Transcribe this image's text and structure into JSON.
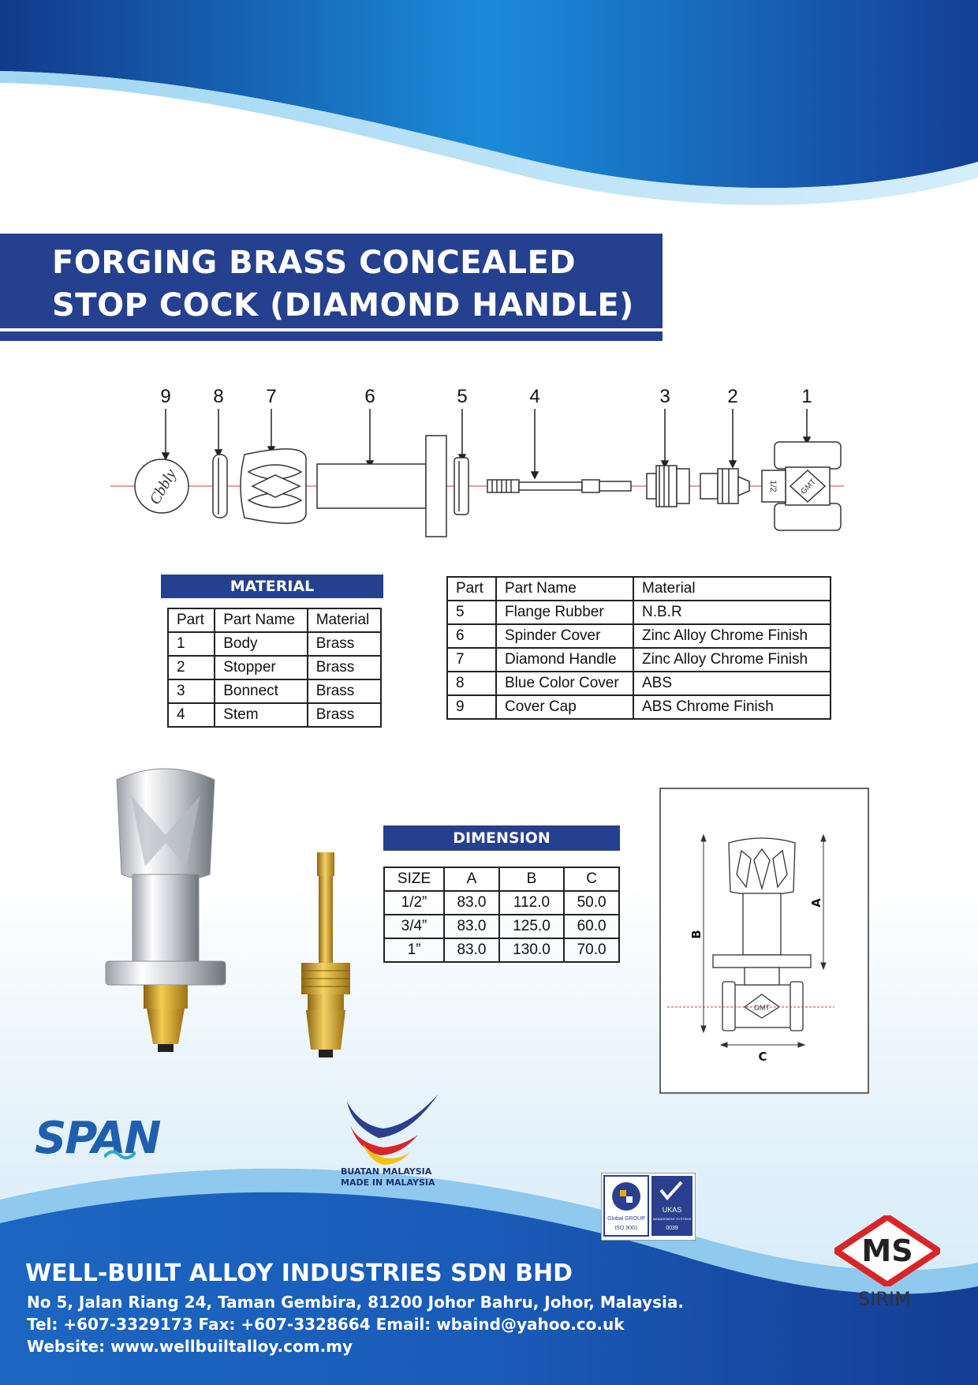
{
  "title": {
    "line1": "FORGING BRASS CONCEALED",
    "line2": "STOP COCK (DIAMOND HANDLE)"
  },
  "diagram": {
    "part_numbers": [
      "9",
      "8",
      "7",
      "6",
      "5",
      "4",
      "3",
      "2",
      "1"
    ],
    "cap_script": "Cbbly",
    "body_size_mark": "1/2",
    "body_brand_mark": "GMT"
  },
  "material": {
    "header": "MATERIAL",
    "columns": [
      "Part",
      "Part Name",
      "Material"
    ],
    "rows": [
      [
        "1",
        "Body",
        "Brass"
      ],
      [
        "2",
        "Stopper",
        "Brass"
      ],
      [
        "3",
        "Bonnect",
        "Brass"
      ],
      [
        "4",
        "Stem",
        "Brass"
      ]
    ]
  },
  "material2": {
    "columns": [
      "Part",
      "Part Name",
      "Material"
    ],
    "rows": [
      [
        "5",
        "Flange Rubber",
        "N.B.R"
      ],
      [
        "6",
        "Spinder Cover",
        "Zinc Alloy Chrome Finish"
      ],
      [
        "7",
        "Diamond Handle",
        "Zinc Alloy Chrome Finish"
      ],
      [
        "8",
        "Blue Color Cover",
        "ABS"
      ],
      [
        "9",
        "Cover Cap",
        "ABS Chrome Finish"
      ]
    ]
  },
  "dimension": {
    "header": "DIMENSION",
    "columns": [
      "SIZE",
      "A",
      "B",
      "C"
    ],
    "rows": [
      [
        "1/2”",
        "83.0",
        "112.0",
        "50.0"
      ],
      [
        "3/4”",
        "83.0",
        "125.0",
        "60.0"
      ],
      [
        "1”",
        "83.0",
        "130.0",
        "70.0"
      ]
    ]
  },
  "dimension_drawing": {
    "label_a": "A",
    "label_b": "B",
    "label_c": "C",
    "brand_mark": "GMT"
  },
  "logos": {
    "span": "SPAN",
    "made_line1": "BUATAN MALAYSIA",
    "made_line2": "MADE IN MALAYSIA",
    "cert_left_top": "Global GROUP",
    "cert_left_bottom": "ISO 9001",
    "cert_right_top": "UKAS",
    "cert_right_mid": "MANAGEMENT SYSTEMS",
    "cert_right_bottom": "0039",
    "sirim_mark": "MS",
    "sirim": "SIRIM"
  },
  "footer": {
    "company": "WELL-BUILT ALLOY INDUSTRIES SDN BHD",
    "address": "No 5, Jalan Riang 24, Taman Gembira, 81200 Johor Bahru, Johor, Malaysia.",
    "contact": "Tel: +607-3329173 Fax: +607-3328664  Email: wbaind@yahoo.co.uk",
    "website": "Website: www.wellbuiltalloy.com.my"
  },
  "colors": {
    "brand_navy": "#25408f",
    "wave_blue": "#1677c9",
    "brass": "#d9a326",
    "dash_red": "#d23a3a"
  }
}
